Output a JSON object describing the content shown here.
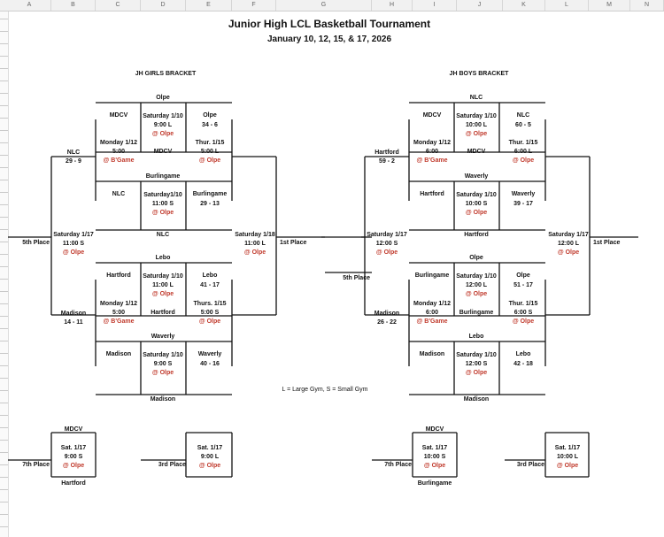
{
  "columns": [
    "A",
    "B",
    "C",
    "D",
    "E",
    "F",
    "G",
    "H",
    "I",
    "J",
    "K",
    "L",
    "M",
    "N"
  ],
  "title": "Junior High LCL Basketball Tournament",
  "dates": "January 10, 12, 15, & 17, 2026",
  "girls": {
    "heading": "JH GIRLS BRACKET",
    "g1": {
      "top": "Olpe",
      "left": "MDCV",
      "right": "Olpe",
      "day": "Saturday 1/10",
      "time": "9:00 L",
      "loc": "@ Olpe",
      "score": "34 - 6"
    },
    "g2": {
      "top": "Burlingame",
      "left": "NLC",
      "right": "Burlingame",
      "day": "Saturday1/10",
      "time": "11:00 S",
      "loc": "@ Olpe",
      "bottom": "NLC",
      "score": "29 - 13"
    },
    "g3": {
      "top": "Lebo",
      "left": "Hartford",
      "right": "Lebo",
      "day": "Saturday 1/10",
      "time": "11:00 L",
      "loc": "@ Olpe",
      "score": "41 - 17"
    },
    "g4": {
      "top": "Waverly",
      "left": "Madison",
      "right": "Waverly",
      "day": "Saturday 1/10",
      "time": "9:00 S",
      "loc": "@ Olpe",
      "bottom": "Madison",
      "score": "40 - 16"
    },
    "s1": {
      "day": "Monday 1/12",
      "time": "5:00",
      "loc": "@ B'Game",
      "winner": "NLC",
      "score": "29 - 9"
    },
    "s2": {
      "day": "Thur. 1/15",
      "time": "5:00 L",
      "loc": "@ Olpe",
      "mid": "MDCV"
    },
    "s3": {
      "day": "Monday 1/12",
      "time": "5:00",
      "loc": "@ B'Game",
      "winner": "Madison",
      "score": "14 - 11"
    },
    "s4": {
      "day": "Thurs. 1/15",
      "time": "5:00 S",
      "loc": "@ Olpe",
      "mid": "Hartford"
    },
    "fifth": {
      "label": "5th Place",
      "day": "Saturday 1/17",
      "time": "11:00 S",
      "loc": "@ Olpe"
    },
    "first": {
      "label": "1st Place",
      "day": "Saturday 1/18",
      "time": "11:00 L",
      "loc": "@ Olpe"
    },
    "seventh": {
      "label": "7th Place",
      "top": "MDCV",
      "day": "Sat. 1/17",
      "time": "9:00 S",
      "loc": "@ Olpe",
      "bottom": "Hartford"
    },
    "third": {
      "label": "3rd Place",
      "day": "Sat. 1/17",
      "time": "9:00 L",
      "loc": "@ Olpe"
    }
  },
  "boys": {
    "heading": "JH BOYS BRACKET",
    "g1": {
      "top": "NLC",
      "left": "MDCV",
      "right": "NLC",
      "day": "Saturday 1/10",
      "time": "10:00 L",
      "loc": "@ Olpe",
      "score": "60 - 5"
    },
    "g2": {
      "top": "Waverly",
      "left": "Hartford",
      "right": "Waverly",
      "day": "Saturday 1/10",
      "time": "10:00 S",
      "loc": "@ Olpe",
      "bottom": "Hartford",
      "score": "39 - 17"
    },
    "g3": {
      "top": "Olpe",
      "left": "Burlingame",
      "right": "Olpe",
      "day": "Saturday 1/10",
      "time": "12:00 L",
      "loc": "@ Olpe",
      "score": "51 - 17"
    },
    "g4": {
      "top": "Lebo",
      "left": "Madison",
      "right": "Lebo",
      "day": "Saturday 1/10",
      "time": "12:00 S",
      "loc": "@ Olpe",
      "bottom": "Madison",
      "score": "42 - 18"
    },
    "s1": {
      "day": "Monday 1/12",
      "time": "6:00",
      "loc": "@ B'Game",
      "winner": "Hartford",
      "score": "59 - 2"
    },
    "s2": {
      "day": "Thur. 1/15",
      "time": "6:00 L",
      "loc": "@ Olpe",
      "mid": "MDCV"
    },
    "s3": {
      "day": "Monday 1/12",
      "time": "6:00",
      "loc": "@ B'Game",
      "winner": "Madison",
      "score": "26 - 22"
    },
    "s4": {
      "day": "Thur. 1/15",
      "time": "6:00 S",
      "loc": "@ Olpe",
      "mid": "Burlingame"
    },
    "fifth": {
      "label": "5th Place",
      "day": "Saturday 1/17",
      "time": "12:00 S",
      "loc": "@ Olpe"
    },
    "first": {
      "label": "1st Place",
      "day": "Saturday 1/17",
      "time": "12:00 L",
      "loc": "@ Olpe"
    },
    "seventh": {
      "label": "7th Place",
      "top": "MDCV",
      "day": "Sat. 1/17",
      "time": "10:00 S",
      "loc": "@ Olpe",
      "bottom": "Burlingame"
    },
    "third": {
      "label": "3rd Place",
      "day": "Sat. 1/17",
      "time": "10:00 L",
      "loc": "@ Olpe"
    }
  },
  "legend": "L = Large Gym, S = Small Gym"
}
